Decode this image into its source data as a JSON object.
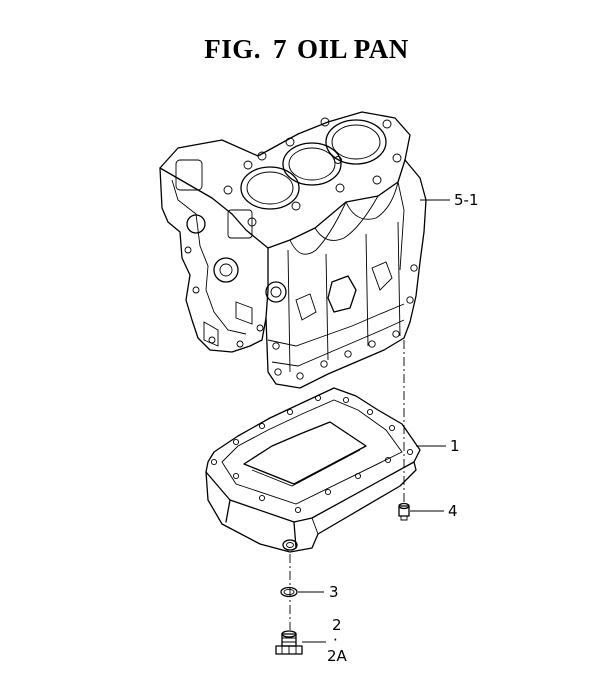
{
  "title": {
    "prefix": "FIG.",
    "number": "7",
    "name": "OIL PAN"
  },
  "callouts": {
    "block": "5-1",
    "oil_pan": "1",
    "bolt": "4",
    "gasket": "3",
    "plug": "2",
    "plug_dot": "·",
    "plug_alt": "2A"
  }
}
